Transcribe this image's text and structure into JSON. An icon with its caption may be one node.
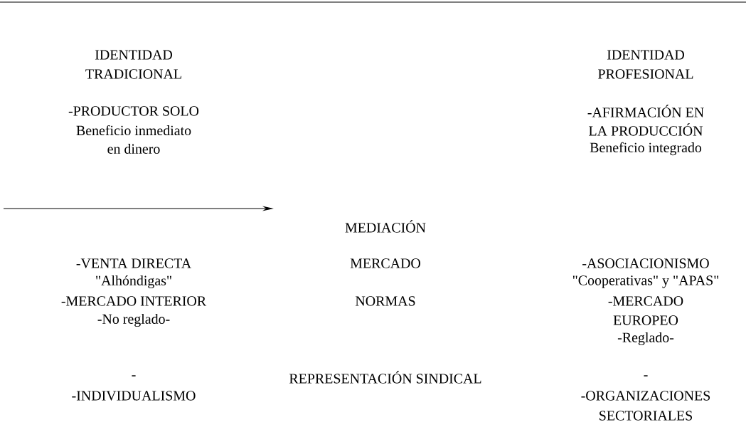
{
  "diagram": {
    "labels": [
      "IDENTIDAD",
      "IDENTIDAD",
      "TRADICIONAL",
      "PROFESIONAL",
      "-PRODUCTOR SOLO",
      "-AFIRMACIÓN EN",
      "Beneficio inmediato",
      "LA PRODUCCIÓN",
      "en dinero",
      "Beneficio integrado",
      "MEDIACIÓN",
      "-VENTA DIRECTA",
      "MERCADO",
      "-ASOCIACIONISMO",
      "\"Alhóndigas\"",
      "\"Cooperativas\" y \"APAS\"",
      "-MERCADO INTERIOR",
      "NORMAS",
      "-MERCADO",
      "-No reglado-",
      "EUROPEO",
      "-Reglado-",
      "-",
      "REPRESENTACIÓN SINDICAL",
      "-",
      "-INDIVIDUALISMO",
      "-ORGANIZACIONES",
      "SECTORIALES"
    ]
  }
}
